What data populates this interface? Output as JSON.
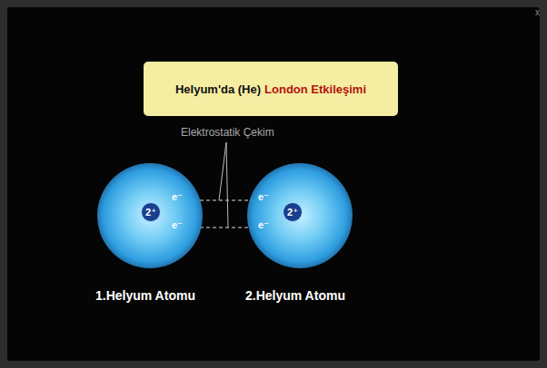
{
  "diagram": {
    "nodes": [
      {
        "text": [
          "Helyum'da (He)",
          "London Etkileşimi"
        ]
      },
      {
        "text": [
          "1.Helyum Atomu"
        ]
      },
      {
        "text": [
          "2⁺"
        ],
        "in": 1
      },
      {
        "text": [
          "2.Helyum Atomu"
        ]
      },
      {
        "text": [
          "2⁺"
        ],
        "in": 3
      }
    ],
    "labels": [
      "Elektrostatik Çekim",
      "e⁻",
      "e⁻",
      "e⁻",
      "e⁻",
      "x"
    ]
  }
}
